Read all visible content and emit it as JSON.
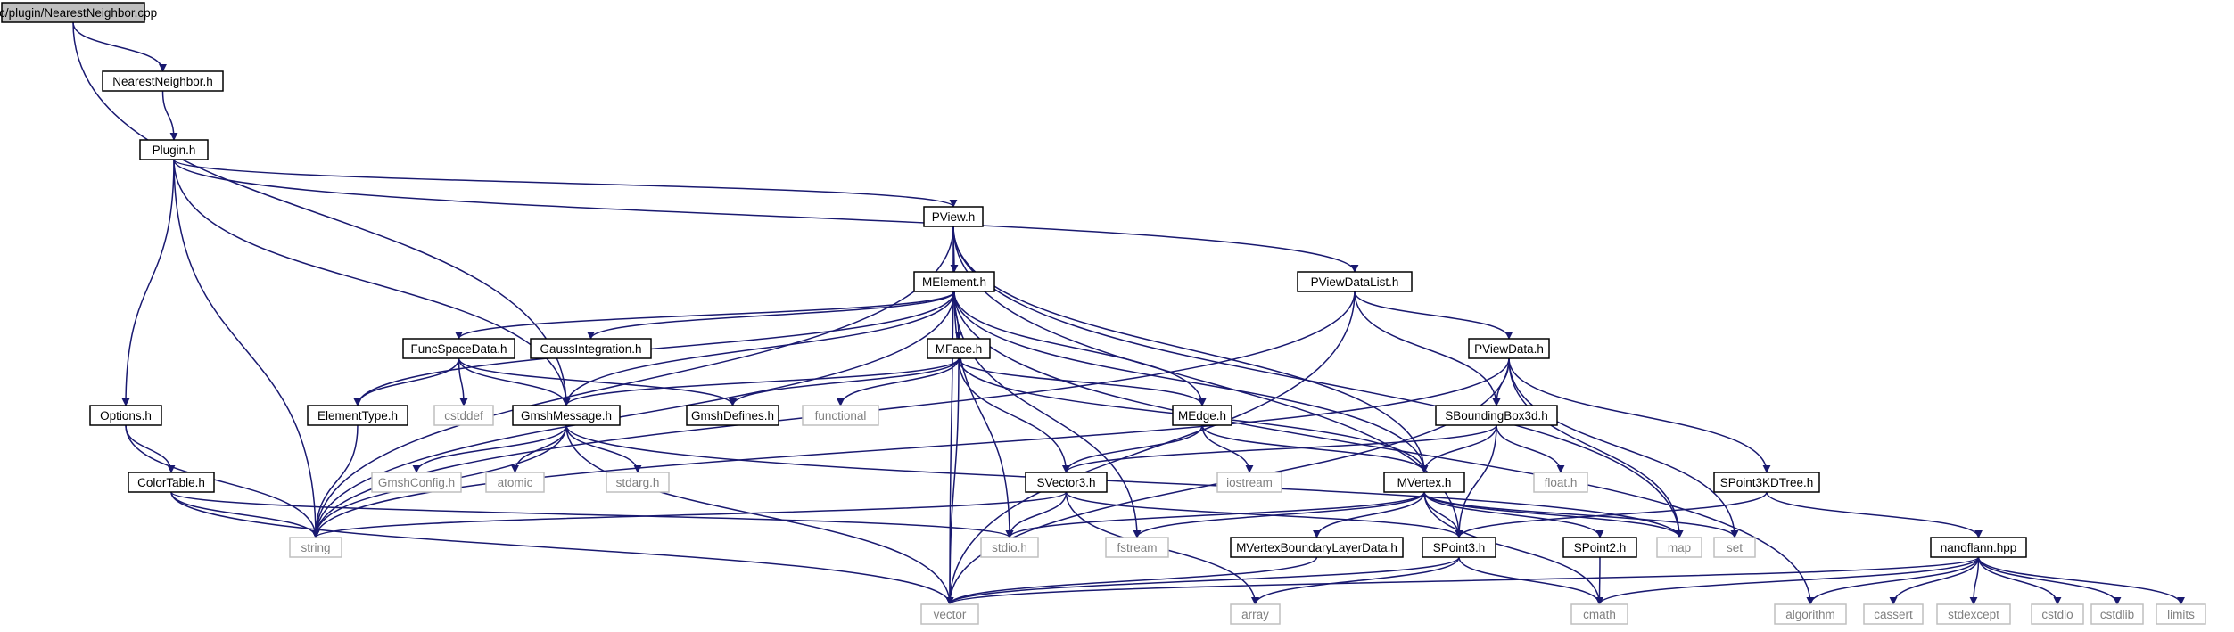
{
  "graph": {
    "title": "Include dependency graph",
    "colors": {
      "edge": "#191970",
      "root_fill": "#bfbfbf",
      "node_border": "#000000",
      "external_border": "#bfbfbf",
      "external_text": "#808080"
    },
    "nodes": [
      {
        "id": "nn_cpp",
        "label": "src/plugin/NearestNeighbor.cpp",
        "kind": "root"
      },
      {
        "id": "nn_h",
        "label": "NearestNeighbor.h",
        "kind": "normal"
      },
      {
        "id": "plugin_h",
        "label": "Plugin.h",
        "kind": "normal"
      },
      {
        "id": "pview_h",
        "label": "PView.h",
        "kind": "normal"
      },
      {
        "id": "melement_h",
        "label": "MElement.h",
        "kind": "normal"
      },
      {
        "id": "pviewdatalist_h",
        "label": "PViewDataList.h",
        "kind": "normal"
      },
      {
        "id": "funcspacedata_h",
        "label": "FuncSpaceData.h",
        "kind": "normal"
      },
      {
        "id": "gaussintegration_h",
        "label": "GaussIntegration.h",
        "kind": "normal"
      },
      {
        "id": "mface_h",
        "label": "MFace.h",
        "kind": "normal"
      },
      {
        "id": "pviewdata_h",
        "label": "PViewData.h",
        "kind": "normal"
      },
      {
        "id": "options_h",
        "label": "Options.h",
        "kind": "normal"
      },
      {
        "id": "elementtype_h",
        "label": "ElementType.h",
        "kind": "normal"
      },
      {
        "id": "cstddef",
        "label": "cstddef",
        "kind": "external"
      },
      {
        "id": "gmshmessage_h",
        "label": "GmshMessage.h",
        "kind": "normal"
      },
      {
        "id": "gmshdefines_h",
        "label": "GmshDefines.h",
        "kind": "normal"
      },
      {
        "id": "functional",
        "label": "functional",
        "kind": "external"
      },
      {
        "id": "medge_h",
        "label": "MEdge.h",
        "kind": "normal"
      },
      {
        "id": "sboundingbox3d_h",
        "label": "SBoundingBox3d.h",
        "kind": "normal"
      },
      {
        "id": "colortable_h",
        "label": "ColorTable.h",
        "kind": "normal"
      },
      {
        "id": "gmshconfig_h",
        "label": "GmshConfig.h",
        "kind": "external"
      },
      {
        "id": "atomic",
        "label": "atomic",
        "kind": "external"
      },
      {
        "id": "stdarg_h",
        "label": "stdarg.h",
        "kind": "external"
      },
      {
        "id": "iostream",
        "label": "iostream",
        "kind": "external"
      },
      {
        "id": "svector3_h",
        "label": "SVector3.h",
        "kind": "normal"
      },
      {
        "id": "mvertex_h",
        "label": "MVertex.h",
        "kind": "normal"
      },
      {
        "id": "float_h",
        "label": "float.h",
        "kind": "external"
      },
      {
        "id": "spoint3kdtree_h",
        "label": "SPoint3KDTree.h",
        "kind": "normal"
      },
      {
        "id": "string",
        "label": "string",
        "kind": "external"
      },
      {
        "id": "stdio_h",
        "label": "stdio.h",
        "kind": "external"
      },
      {
        "id": "fstream",
        "label": "fstream",
        "kind": "external"
      },
      {
        "id": "mvertexbl_h",
        "label": "MVertexBoundaryLayerData.h",
        "kind": "normal"
      },
      {
        "id": "spoint3_h",
        "label": "SPoint3.h",
        "kind": "normal"
      },
      {
        "id": "spoint2_h",
        "label": "SPoint2.h",
        "kind": "normal"
      },
      {
        "id": "map",
        "label": "map",
        "kind": "external"
      },
      {
        "id": "set",
        "label": "set",
        "kind": "external"
      },
      {
        "id": "nanoflann_hpp",
        "label": "nanoflann.hpp",
        "kind": "normal"
      },
      {
        "id": "vector",
        "label": "vector",
        "kind": "external"
      },
      {
        "id": "array",
        "label": "array",
        "kind": "external"
      },
      {
        "id": "cmath",
        "label": "cmath",
        "kind": "external"
      },
      {
        "id": "algorithm",
        "label": "algorithm",
        "kind": "external"
      },
      {
        "id": "cassert",
        "label": "cassert",
        "kind": "external"
      },
      {
        "id": "stdexcept",
        "label": "stdexcept",
        "kind": "external"
      },
      {
        "id": "cstdio",
        "label": "cstdio",
        "kind": "external"
      },
      {
        "id": "cstdlib",
        "label": "cstdlib",
        "kind": "external"
      },
      {
        "id": "limits",
        "label": "limits",
        "kind": "external"
      }
    ],
    "edges": [
      [
        "nn_cpp",
        "nn_h"
      ],
      [
        "nn_cpp",
        "gmshmessage_h"
      ],
      [
        "nn_h",
        "plugin_h"
      ],
      [
        "plugin_h",
        "pview_h"
      ],
      [
        "plugin_h",
        "pviewdatalist_h"
      ],
      [
        "plugin_h",
        "options_h"
      ],
      [
        "plugin_h",
        "gmshmessage_h"
      ],
      [
        "plugin_h",
        "string"
      ],
      [
        "pview_h",
        "melement_h"
      ],
      [
        "pview_h",
        "string"
      ],
      [
        "pview_h",
        "vector"
      ],
      [
        "pview_h",
        "mvertex_h"
      ],
      [
        "pview_h",
        "spoint3_h"
      ],
      [
        "pview_h",
        "map"
      ],
      [
        "melement_h",
        "funcspacedata_h"
      ],
      [
        "melement_h",
        "gaussintegration_h"
      ],
      [
        "melement_h",
        "mface_h"
      ],
      [
        "melement_h",
        "elementtype_h"
      ],
      [
        "melement_h",
        "gmshmessage_h"
      ],
      [
        "melement_h",
        "medge_h"
      ],
      [
        "melement_h",
        "mvertex_h"
      ],
      [
        "melement_h",
        "string"
      ],
      [
        "melement_h",
        "stdio_h"
      ],
      [
        "melement_h",
        "fstream"
      ],
      [
        "melement_h",
        "algorithm"
      ],
      [
        "pviewdatalist_h",
        "pviewdata_h"
      ],
      [
        "pviewdatalist_h",
        "sboundingbox3d_h"
      ],
      [
        "pviewdatalist_h",
        "vector"
      ],
      [
        "pviewdatalist_h",
        "string"
      ],
      [
        "funcspacedata_h",
        "elementtype_h"
      ],
      [
        "funcspacedata_h",
        "cstddef"
      ],
      [
        "funcspacedata_h",
        "gmshmessage_h"
      ],
      [
        "funcspacedata_h",
        "gmshdefines_h"
      ],
      [
        "mface_h",
        "gmshmessage_h"
      ],
      [
        "mface_h",
        "gmshdefines_h"
      ],
      [
        "mface_h",
        "functional"
      ],
      [
        "mface_h",
        "medge_h"
      ],
      [
        "mface_h",
        "svector3_h"
      ],
      [
        "mface_h",
        "mvertex_h"
      ],
      [
        "mface_h",
        "vector"
      ],
      [
        "pviewdata_h",
        "sboundingbox3d_h"
      ],
      [
        "pviewdata_h",
        "spoint3kdtree_h"
      ],
      [
        "pviewdata_h",
        "string"
      ],
      [
        "pviewdata_h",
        "vector"
      ],
      [
        "pviewdata_h",
        "map"
      ],
      [
        "pviewdata_h",
        "set"
      ],
      [
        "options_h",
        "colortable_h"
      ],
      [
        "options_h",
        "string"
      ],
      [
        "elementtype_h",
        "string"
      ],
      [
        "gmshmessage_h",
        "gmshconfig_h"
      ],
      [
        "gmshmessage_h",
        "atomic"
      ],
      [
        "gmshmessage_h",
        "stdarg_h"
      ],
      [
        "gmshmessage_h",
        "string"
      ],
      [
        "gmshmessage_h",
        "vector"
      ],
      [
        "gmshmessage_h",
        "map"
      ],
      [
        "medge_h",
        "iostream"
      ],
      [
        "medge_h",
        "svector3_h"
      ],
      [
        "medge_h",
        "mvertex_h"
      ],
      [
        "sboundingbox3d_h",
        "float_h"
      ],
      [
        "sboundingbox3d_h",
        "svector3_h"
      ],
      [
        "sboundingbox3d_h",
        "mvertex_h"
      ],
      [
        "sboundingbox3d_h",
        "spoint3_h"
      ],
      [
        "colortable_h",
        "string"
      ],
      [
        "colortable_h",
        "stdio_h"
      ],
      [
        "colortable_h",
        "vector"
      ],
      [
        "svector3_h",
        "string"
      ],
      [
        "svector3_h",
        "stdio_h"
      ],
      [
        "svector3_h",
        "spoint3_h"
      ],
      [
        "svector3_h",
        "array"
      ],
      [
        "mvertex_h",
        "stdio_h"
      ],
      [
        "mvertex_h",
        "fstream"
      ],
      [
        "mvertex_h",
        "mvertexbl_h"
      ],
      [
        "mvertex_h",
        "spoint3_h"
      ],
      [
        "mvertex_h",
        "spoint2_h"
      ],
      [
        "mvertex_h",
        "map"
      ],
      [
        "mvertex_h",
        "set"
      ],
      [
        "mvertex_h",
        "cmath"
      ],
      [
        "spoint3kdtree_h",
        "spoint3_h"
      ],
      [
        "spoint3kdtree_h",
        "nanoflann_hpp"
      ],
      [
        "mvertexbl_h",
        "vector"
      ],
      [
        "spoint3_h",
        "vector"
      ],
      [
        "spoint3_h",
        "array"
      ],
      [
        "spoint3_h",
        "cmath"
      ],
      [
        "spoint2_h",
        "cmath"
      ],
      [
        "nanoflann_hpp",
        "vector"
      ],
      [
        "nanoflann_hpp",
        "algorithm"
      ],
      [
        "nanoflann_hpp",
        "cassert"
      ],
      [
        "nanoflann_hpp",
        "stdexcept"
      ],
      [
        "nanoflann_hpp",
        "cstdio"
      ],
      [
        "nanoflann_hpp",
        "cstdlib"
      ],
      [
        "nanoflann_hpp",
        "cmath"
      ],
      [
        "nanoflann_hpp",
        "limits"
      ]
    ]
  }
}
